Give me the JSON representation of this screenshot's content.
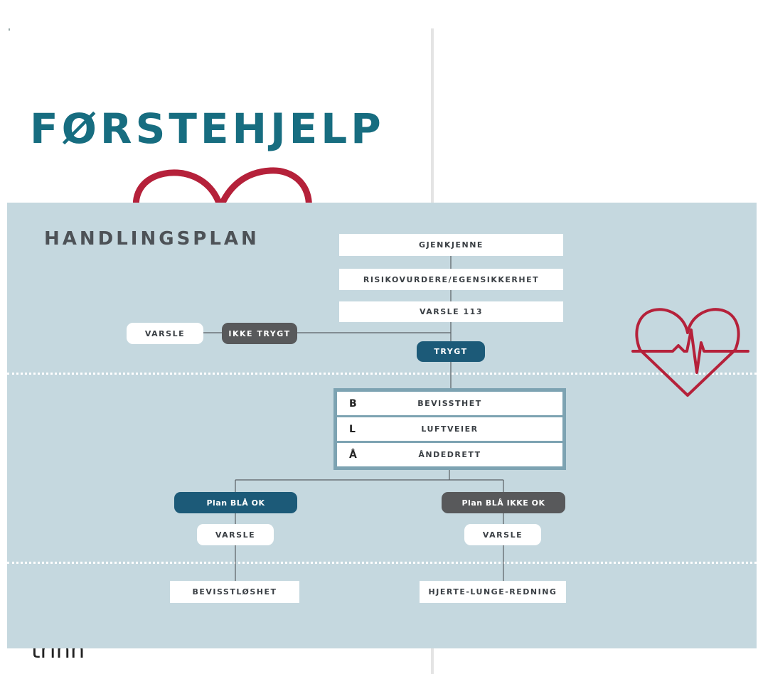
{
  "page": {
    "title": "FØRSTEHJELP",
    "bottom_word": "trinn"
  },
  "plan": {
    "title": "HANDLINGSPLAN",
    "steps": {
      "recognize": "GJENKJENNE",
      "risk": "RISIKOVURDERE/EGENSIKKERHET",
      "call": "VARSLE 113",
      "safe": "TRYGT",
      "unsafe": "IKKE TRYGT",
      "unsafe_alert": "VARSLE"
    },
    "abc": [
      {
        "letter": "B",
        "label": "BEVISSTHET"
      },
      {
        "letter": "L",
        "label": "LUFTVEIER"
      },
      {
        "letter": "Å",
        "label": "ÅNDEDRETT"
      }
    ],
    "branch_ok": {
      "label": "Plan BLÅ OK",
      "alert": "VARSLE",
      "outcome": "BEVISSTLØSHET"
    },
    "branch_not_ok": {
      "label": "Plan BLÅ IKKE OK",
      "alert": "VARSLE",
      "outcome": "HJERTE-LUNGE-REDNING"
    }
  },
  "colors": {
    "title_teal": "#176d80",
    "panel_bg": "#c5d8df",
    "blue_pill": "#1c5a78",
    "dark_pill": "#58595b",
    "heart_red": "#b5213a",
    "abc_frame": "#7da3b2"
  },
  "icons": [
    "heart-outline-icon",
    "heart-ekg-icon"
  ]
}
